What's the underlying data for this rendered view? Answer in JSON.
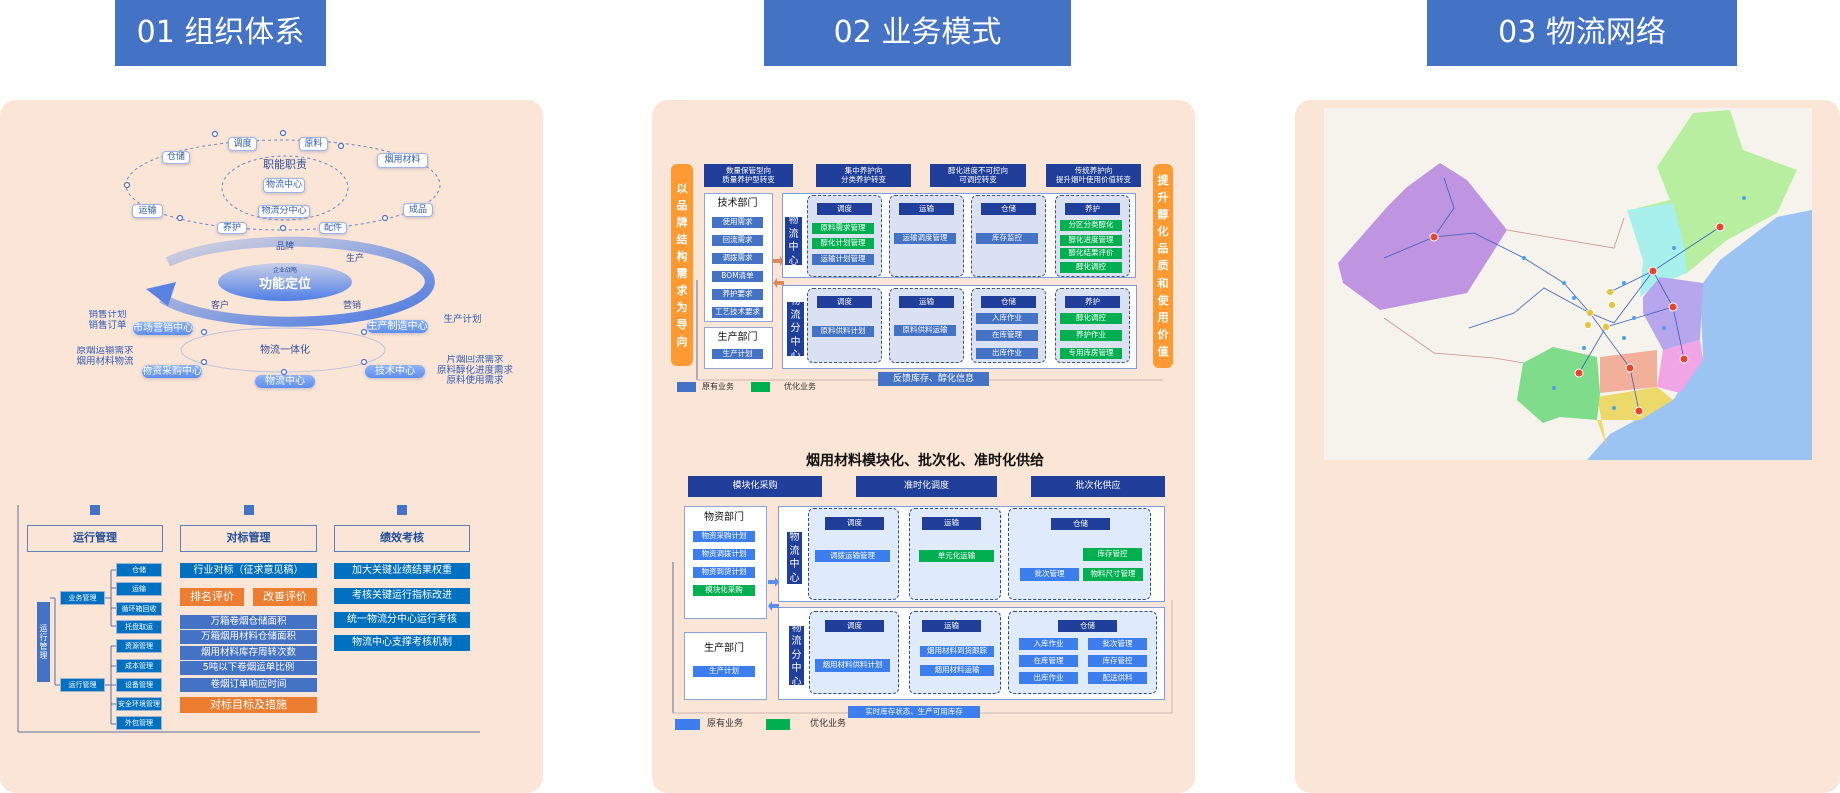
{
  "titles": [
    "01 组织体系",
    "02 业务模式",
    "03 物流网络"
  ],
  "org": {
    "duty_title": "职能职责",
    "duty_inner": [
      "物流中心",
      "物流分中心"
    ],
    "duty_ring": [
      "调度",
      "原料",
      "仓储",
      "烟用材料",
      "运输",
      "成品",
      "养护",
      "配件"
    ],
    "positioning": {
      "title": "功能定位",
      "subtitle": "企业战略",
      "labels": [
        "品牌",
        "生产",
        "客户",
        "营销"
      ]
    },
    "integration": {
      "title": "物流一体化",
      "centers": [
        "市场营销中心",
        "生产制造中心",
        "物资采购中心",
        "物流中心",
        "技术中心"
      ],
      "notes": {
        "marketing": "销售计划\n销售订单",
        "production": "生产计划",
        "procurement": "原烟运输需求\n烟用材料物流",
        "tech": "片烟回流需求\n原料醇化进度需求\n原料使用需求"
      }
    },
    "ops": {
      "title": "运行管理",
      "root": "运行管理",
      "groups": [
        "业务管理",
        "运行管理"
      ],
      "leaves": [
        "仓储",
        "运输",
        "循环箱回收",
        "托盘取运",
        "资源管理",
        "成本管理",
        "设备管理",
        "安全环境管理",
        "外包管理"
      ]
    },
    "bench": {
      "title": "对标管理",
      "top": "行业对标（征求意见稿）",
      "evals": [
        "排名评价",
        "改善评价"
      ],
      "items": [
        "万箱卷烟仓储面积",
        "万箱烟用材料仓储面积",
        "烟用材料库存周转次数",
        "5吨以下卷烟运单比例",
        "卷烟订单响应时间"
      ],
      "bottom": "对标目标及措施"
    },
    "perf": {
      "title": "绩效考核",
      "items": [
        "加大关键业绩结果权重",
        "考核关键运行指标改进",
        "统一物流分中心运行考核",
        "物流中心支撑考核机制"
      ]
    }
  },
  "biz": {
    "left_bar": "以品牌结构需求为导向",
    "right_bar": "提升醇化品质和使用价值",
    "top_headers": [
      "数量保管型向\n质量养护型转变",
      "集中养护向\n分类养护转变",
      "醇化进度不可控向\n可调控转变",
      "传统养护向\n提升烟叶使用价值转变"
    ],
    "tech_dept": {
      "title": "技术部门",
      "items": [
        "使用需求",
        "回流需求",
        "调拨需求",
        "BOM清单",
        "养护要求",
        "工艺技术要求"
      ]
    },
    "prod_dept": {
      "title": "生产部门",
      "items": [
        "生产计划"
      ]
    },
    "center": {
      "label": "物流中心",
      "groups": [
        {
          "title": "调度",
          "items": [
            "原料需求管理",
            "醇化计划管理",
            "运输计划管理"
          ]
        },
        {
          "title": "运输",
          "items": [
            "运输调度管理"
          ]
        },
        {
          "title": "仓储",
          "items": [
            "库存监控"
          ]
        },
        {
          "title": "养护",
          "items": [
            "分区分类醇化",
            "醇化进度管理",
            "醇化结果评价",
            "醇化调控"
          ]
        }
      ]
    },
    "sub_center": {
      "label": "物流分中心",
      "groups": [
        {
          "title": "调度",
          "items": [
            "原料供料计划"
          ]
        },
        {
          "title": "运输",
          "items": [
            "原料供料运输"
          ]
        },
        {
          "title": "仓储",
          "items": [
            "入库作业",
            "在库管理",
            "出库作业"
          ]
        },
        {
          "title": "养护",
          "items": [
            "醇化调控",
            "养护作业",
            "专用库房管理"
          ]
        }
      ]
    },
    "feedback": "反馈库存、醇化信息",
    "legend": [
      "原有业务",
      "优化业务"
    ]
  },
  "supply": {
    "title": "烟用材料模块化、批次化、准时化供给",
    "headers": [
      "模块化采购",
      "准时化调度",
      "批次化供应"
    ],
    "material_dept": {
      "title": "物资部门",
      "items": [
        "物资采购计划",
        "物资调拨计划",
        "物资到货计划",
        "模块化采购"
      ]
    },
    "prod_dept": {
      "title": "生产部门",
      "items": [
        "生产计划"
      ]
    },
    "center": {
      "label": "物流中心",
      "groups": [
        {
          "title": "调度",
          "items": [
            "调拨运输管理"
          ]
        },
        {
          "title": "运输",
          "items": [
            "单元化运输"
          ]
        },
        {
          "title": "仓储",
          "items": [
            "库存管控",
            "批次管理",
            "物料尺寸管理"
          ]
        }
      ]
    },
    "sub_center": {
      "label": "物流分中心",
      "groups": [
        {
          "title": "调度",
          "items": [
            "烟用材料供料计划"
          ]
        },
        {
          "title": "运输",
          "items": [
            "烟用材料到货跟踪",
            "烟用材料运输"
          ]
        },
        {
          "title": "仓储",
          "items": [
            "入库作业",
            "在库管理",
            "出库作业",
            "批次管理",
            "库存管控",
            "配送供料"
          ]
        }
      ]
    },
    "bottom_label": "实时库存状态、生产可用库存",
    "legend": [
      "原有业务",
      "优化业务"
    ]
  },
  "colors": {
    "title_bar": "#4472c4",
    "panel": "#fbe5d6",
    "original": "#4472c4",
    "optimized": "#00b050",
    "accent_orange": "#ff9a33"
  }
}
